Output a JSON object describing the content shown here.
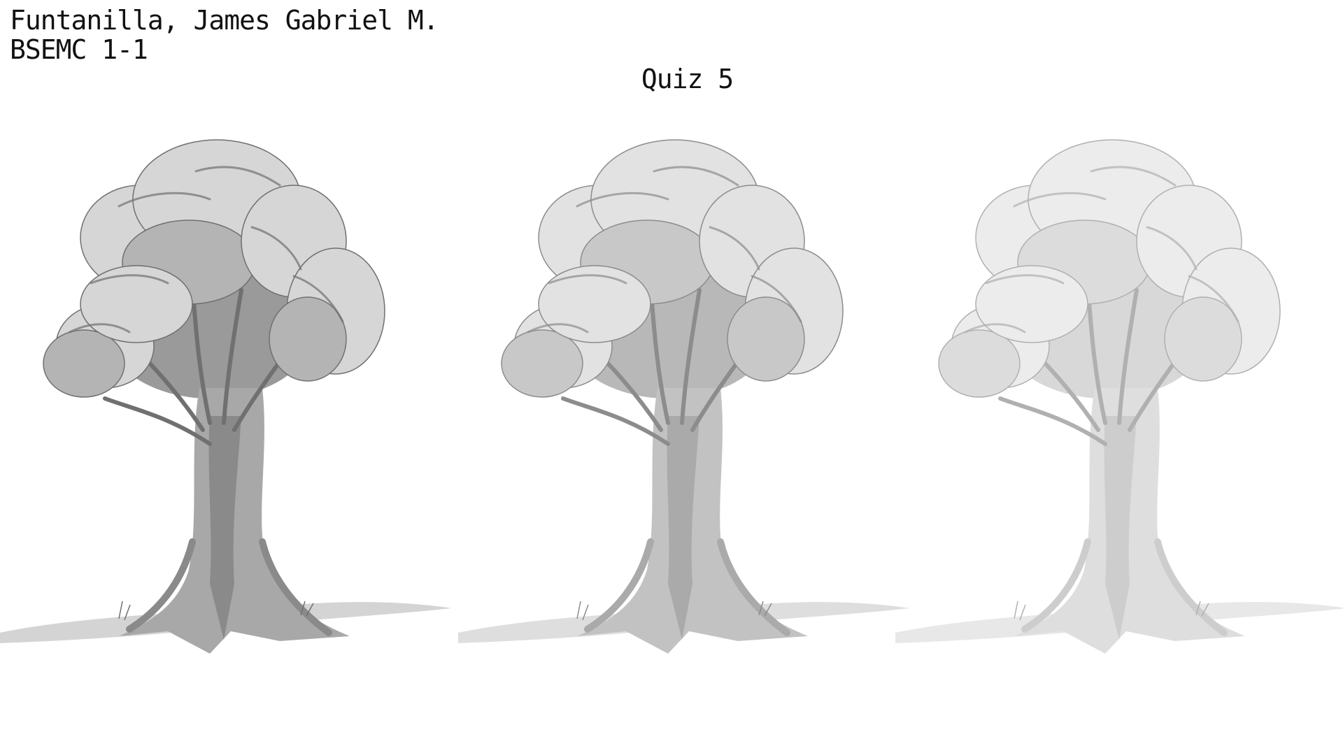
{
  "header": {
    "name": "Funtanilla, James Gabriel M.",
    "section": "BSEMC 1-1"
  },
  "title": "Quiz 5",
  "panels": [
    {
      "icon": "tree-drawing-dark",
      "value_level": "dark",
      "colors": {
        "ground": "#cfcfcf",
        "trunk": "#a8a8a8",
        "trunk_shade": "#8a8a8a",
        "inner": "#9a9a9a",
        "canopy": "#d6d6d6",
        "canopy_shade": "#b4b4b4",
        "line": "#707070"
      }
    },
    {
      "icon": "tree-drawing-medium",
      "value_level": "medium",
      "colors": {
        "ground": "#dadada",
        "trunk": "#c2c2c2",
        "trunk_shade": "#aaaaaa",
        "inner": "#b8b8b8",
        "canopy": "#e2e2e2",
        "canopy_shade": "#c8c8c8",
        "line": "#8c8c8c"
      }
    },
    {
      "icon": "tree-drawing-light",
      "value_level": "light",
      "colors": {
        "ground": "#e6e6e6",
        "trunk": "#dedede",
        "trunk_shade": "#cdcdcd",
        "inner": "#d8d8d8",
        "canopy": "#ececec",
        "canopy_shade": "#dcdcdc",
        "line": "#b0b0b0"
      }
    }
  ]
}
